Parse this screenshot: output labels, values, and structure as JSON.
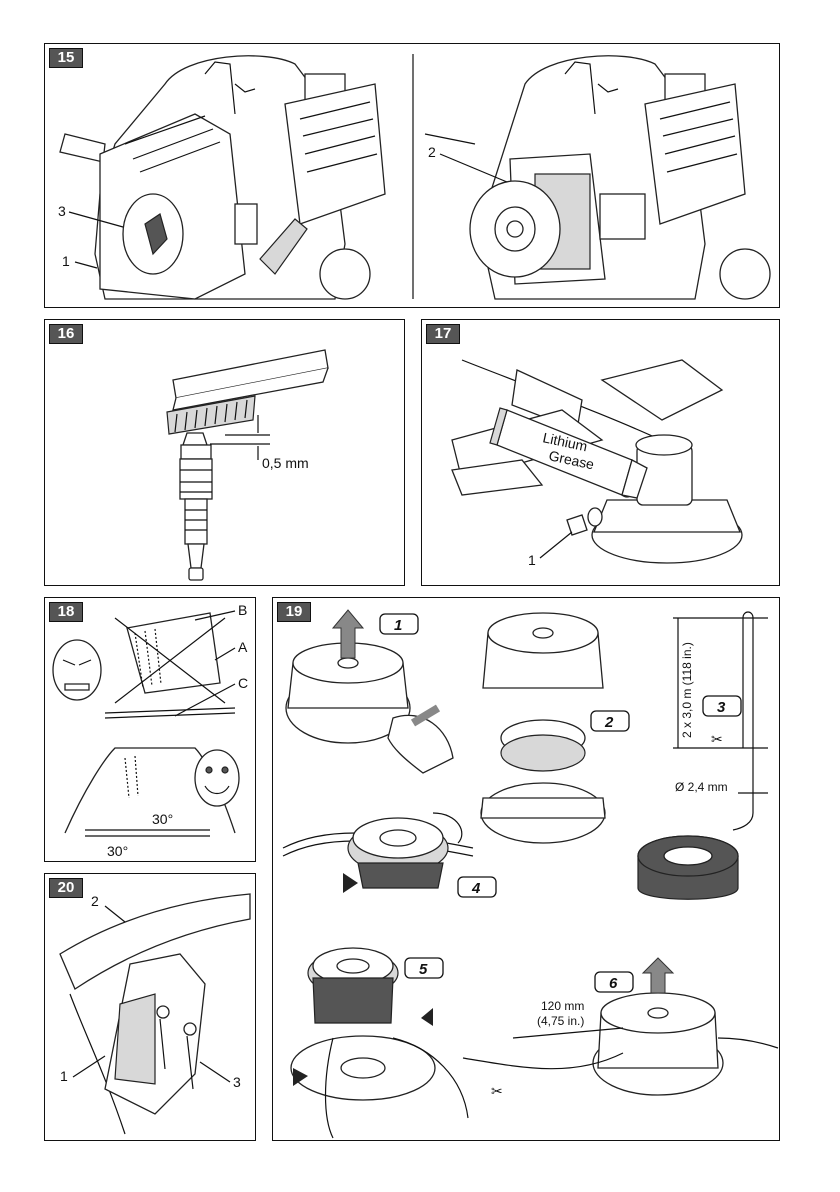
{
  "figures": {
    "f15": {
      "number": "15",
      "labels": {
        "l1": "1",
        "l2": "2",
        "l3": "3"
      }
    },
    "f16": {
      "number": "16",
      "gap": "0,5 mm"
    },
    "f17": {
      "number": "17",
      "grease_line1": "Lithium",
      "grease_line2": "Grease",
      "labels": {
        "l1": "1"
      }
    },
    "f18": {
      "number": "18",
      "labels": {
        "a": "A",
        "b": "B",
        "c": "C"
      },
      "angle1": "30°",
      "angle2": "30°"
    },
    "f19": {
      "number": "19",
      "steps": [
        "1",
        "2",
        "3",
        "4",
        "5",
        "6"
      ],
      "line_length": "2 x 3,0 m (118 in.)",
      "line_diameter": "Ø 2,4 mm",
      "cut_length_mm": "120 mm",
      "cut_length_in": "(4,75 in.)"
    },
    "f20": {
      "number": "20",
      "labels": {
        "l1": "1",
        "l2": "2",
        "l3": "3"
      }
    }
  },
  "icon_names": [
    "engine-air-filter-illustration",
    "spark-plug-illustration",
    "brush-icon",
    "grease-tube-illustration",
    "angry-face-icon",
    "happy-face-icon",
    "trimmer-head-illustration",
    "scissors-icon",
    "line-coil-illustration",
    "blade-guard-illustration"
  ]
}
